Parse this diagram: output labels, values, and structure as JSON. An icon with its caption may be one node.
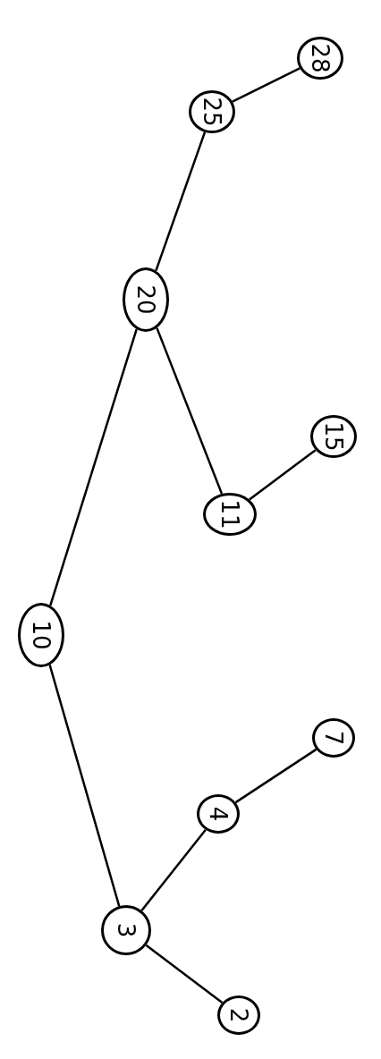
{
  "diagram": {
    "nodes": [
      {
        "text": [
          "10"
        ]
      },
      {
        "text": [
          "20"
        ]
      },
      {
        "text": [
          "25"
        ]
      },
      {
        "text": [
          "28"
        ]
      },
      {
        "text": [
          "11"
        ]
      },
      {
        "text": [
          "15"
        ]
      },
      {
        "text": [
          "3"
        ]
      },
      {
        "text": [
          "4"
        ]
      },
      {
        "text": [
          "7"
        ]
      },
      {
        "text": [
          "2"
        ]
      }
    ],
    "edges": [
      {
        "from": 0,
        "to": 1,
        "arrow": "none"
      },
      {
        "from": 1,
        "to": 2,
        "arrow": "none"
      },
      {
        "from": 2,
        "to": 3,
        "arrow": "none"
      },
      {
        "from": 1,
        "to": 4,
        "arrow": "none"
      },
      {
        "from": 4,
        "to": 5,
        "arrow": "none"
      },
      {
        "from": 0,
        "to": 6,
        "arrow": "none"
      },
      {
        "from": 6,
        "to": 7,
        "arrow": "none"
      },
      {
        "from": 7,
        "to": 8,
        "arrow": "none"
      },
      {
        "from": 6,
        "to": 9,
        "arrow": "none"
      }
    ]
  }
}
